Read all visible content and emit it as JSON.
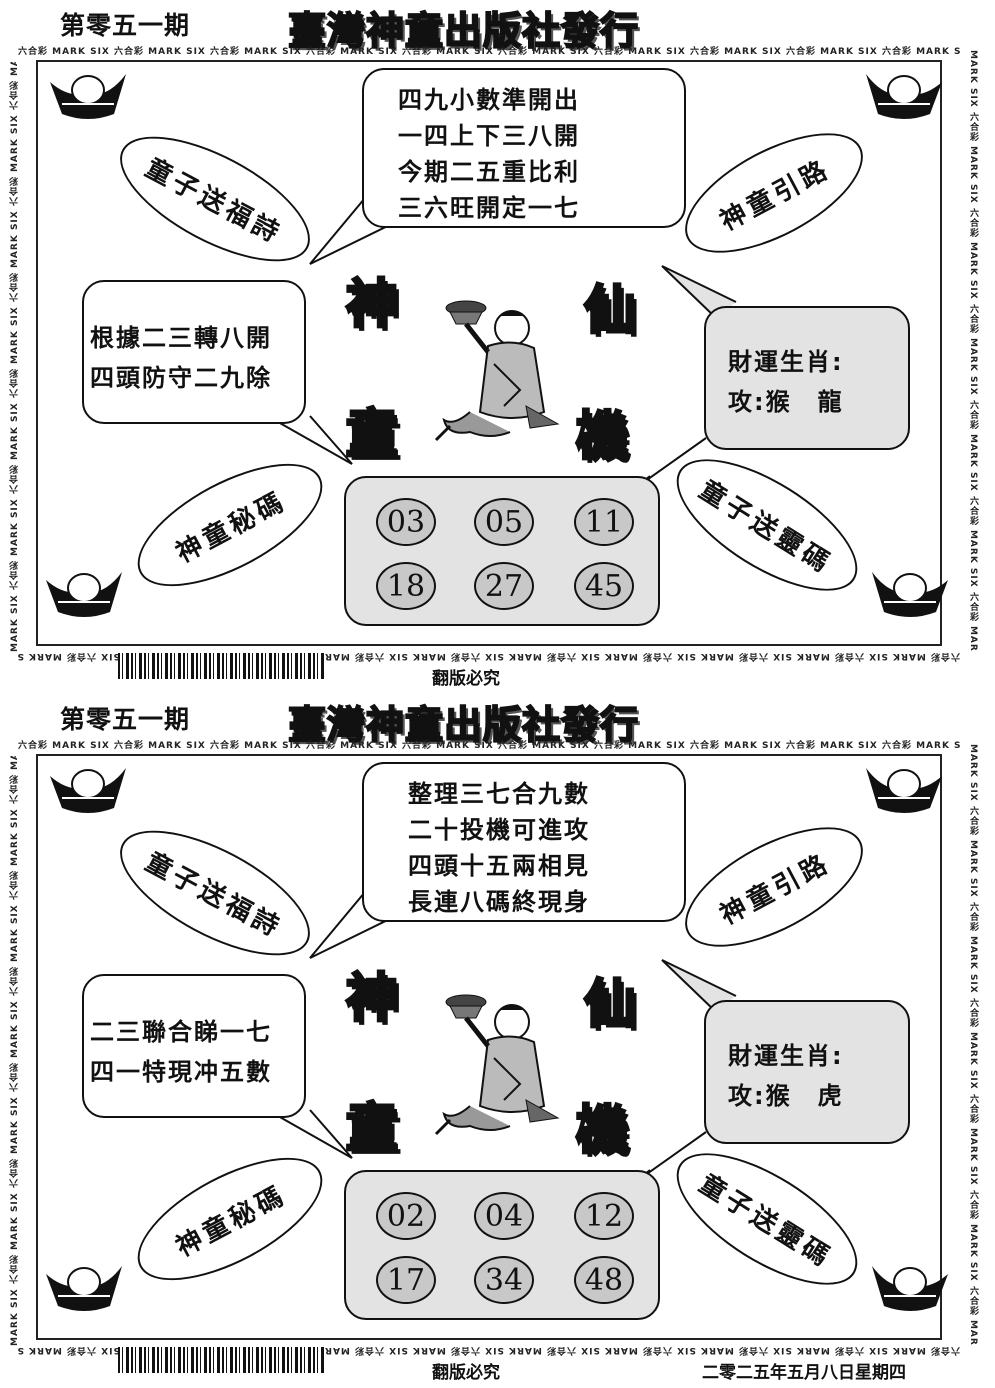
{
  "strip_text": "六合彩 MARK SIX 六合彩 MARK SIX 六合彩 MARK SIX 六合彩 MARK SIX 六合彩 MARK SIX 六合彩 MARK SIX 六合彩 MARK SIX 六合彩 MARK SIX 六合彩 MARK SIX 六合彩 MARK SIX 六合彩 MARK SIX",
  "strip_side_text": "MARK SIX 六合彩 MARK SIX 六合彩 MARK SIX 六合彩 MARK SIX 六合彩 MARK SIX 六合彩 MARK SIX 六合彩 MARK SIX 六合彩 MARK SIX 六合彩",
  "icons": {
    "ingot": "gold-ingot-icon",
    "child": "lucky-child-figure"
  },
  "panels": [
    {
      "issue": "第零五一期",
      "publisher": "臺灣神童出版社發行",
      "oval_top_left": "童子送福詩",
      "oval_top_right": "神童引路",
      "oval_bottom_left": "神童秘碼",
      "oval_bottom_right": "童子送靈碼",
      "poem_top": [
        "四九小數準開出",
        "一四上下三八開",
        "今期二五重比利",
        "三六旺開定一七"
      ],
      "poem_left": [
        "根據二三轉八開",
        "四頭防守二九除"
      ],
      "zodiac_title": "財運生肖:",
      "zodiac_line": "攻:猴　龍",
      "big_chars": [
        "神",
        "仙",
        "童",
        "機"
      ],
      "numbers": [
        "03",
        "05",
        "11",
        "18",
        "27",
        "45"
      ],
      "copyright": "翻版必究",
      "date": ""
    },
    {
      "issue": "第零五一期",
      "publisher": "臺灣神童出版社發行",
      "oval_top_left": "童子送福詩",
      "oval_top_right": "神童引路",
      "oval_bottom_left": "神童秘碼",
      "oval_bottom_right": "童子送靈碼",
      "poem_top": [
        "整理三七合九數",
        "二十投機可進攻",
        "四頭十五兩相見",
        "長連八碼終現身"
      ],
      "poem_left": [
        "二三聯合睇一七",
        "四一特現冲五數"
      ],
      "zodiac_title": "財運生肖:",
      "zodiac_line": "攻:猴　虎",
      "big_chars": [
        "神",
        "仙",
        "童",
        "機"
      ],
      "numbers": [
        "02",
        "04",
        "12",
        "17",
        "34",
        "48"
      ],
      "copyright": "翻版必究",
      "date": "二零二五年五月八日星期四"
    }
  ]
}
